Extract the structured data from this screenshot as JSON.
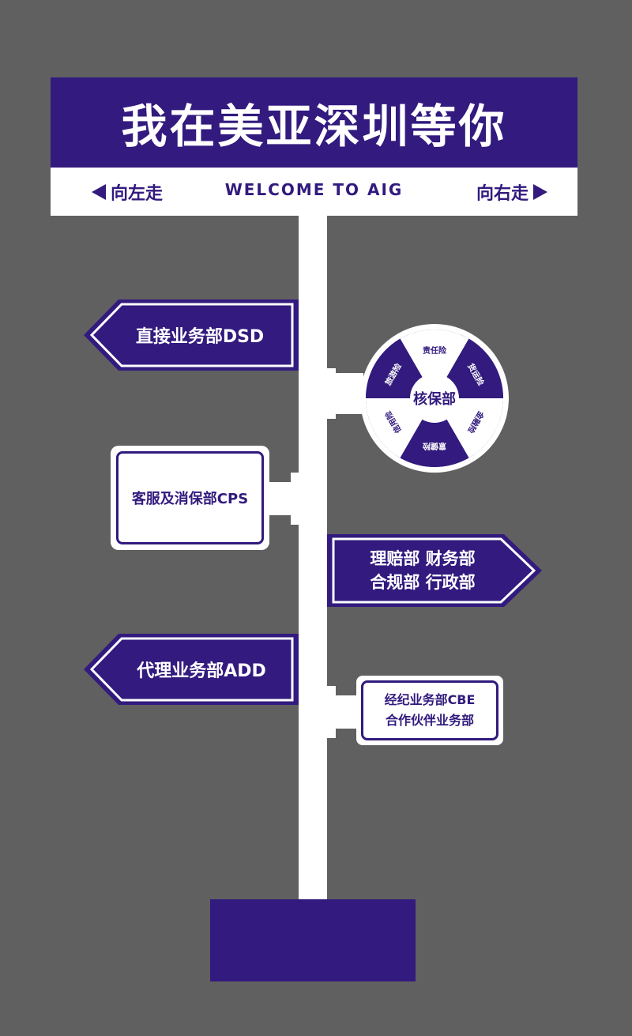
{
  "colors": {
    "background": "#606060",
    "brand_purple": "#321a7e",
    "white": "#ffffff"
  },
  "header": {
    "title": "我在美亚深圳等你",
    "left_direction": "向左走",
    "welcome": "WELCOME TO AIG",
    "right_direction": "向右走"
  },
  "signs": {
    "dsd": "直接业务部DSD",
    "cps": "客服及消保部CPS",
    "claims_line1": "理赔部 财务部",
    "claims_line2": "合规部 行政部",
    "add": "代理业务部ADD",
    "cbe_line1": "经纪业务部CBE",
    "cbe_line2": "合作伙伴业务部"
  },
  "wheel": {
    "center": "核保部",
    "segments": [
      "责任险",
      "货运险",
      "金融险",
      "意健险",
      "信用险",
      "旅游险"
    ]
  }
}
